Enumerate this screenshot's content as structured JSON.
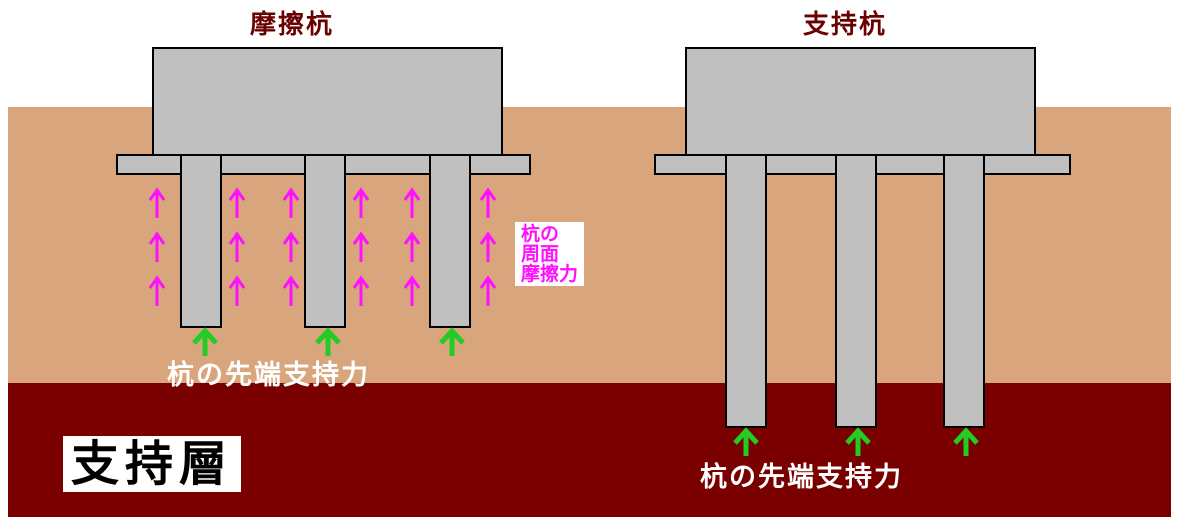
{
  "friction_pile": {
    "title": "摩擦杭",
    "side_friction_label": [
      "杭の",
      "周面",
      "摩擦力"
    ],
    "tip_label": "杭の先端支持力"
  },
  "bearing_pile": {
    "title": "支持杭",
    "tip_label": "杭の先端支持力"
  },
  "bearing_layer_label": "支持層",
  "colors": {
    "soil": "#d8a57d",
    "bearing_layer": "#7a0000",
    "concrete": "#c0c0c0",
    "friction_arrow": "#ff10ff",
    "tip_arrow": "#22cc22"
  }
}
